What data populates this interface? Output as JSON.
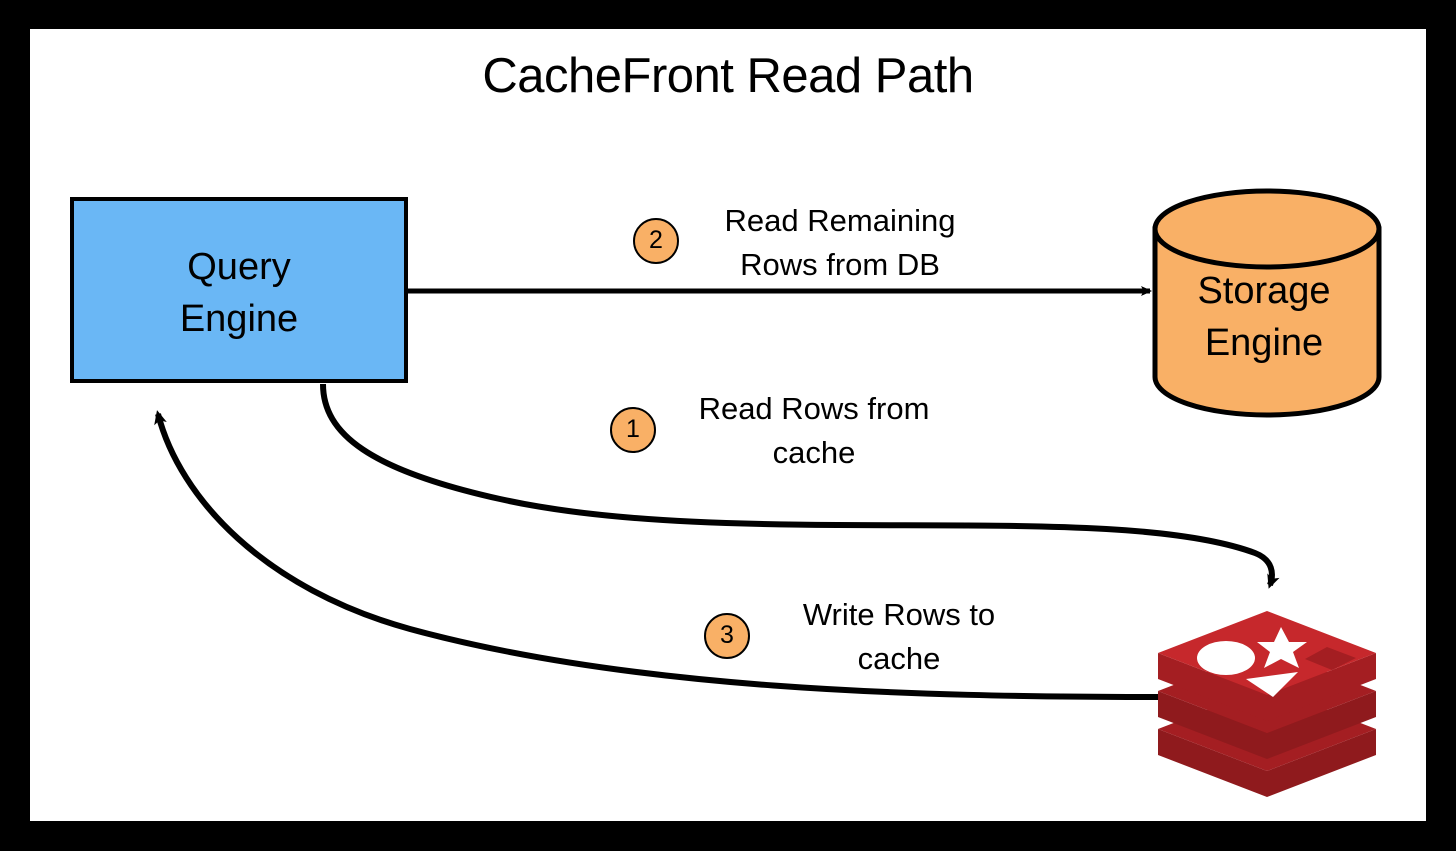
{
  "diagram": {
    "title": "CacheFront Read Path",
    "background_color": "#ffffff",
    "frame_color": "#000000",
    "type": "flow-diagram"
  },
  "nodes": [
    {
      "id": "query-engine",
      "label_line1": "Query",
      "label_line2": "Engine",
      "shape": "rectangle",
      "fill": "#6ab7f5",
      "stroke": "#000000"
    },
    {
      "id": "storage-engine",
      "label_line1": "Storage",
      "label_line2": "Engine",
      "shape": "cylinder",
      "fill": "#f9b066",
      "stroke": "#000000"
    },
    {
      "id": "redis-cache",
      "label": "redis-logo-icon",
      "shape": "redis-logo",
      "fill": "#c6282c",
      "fill_dark": "#a41e22",
      "fill_darker": "#8f1a1d"
    }
  ],
  "steps": [
    {
      "number": "1",
      "text_line1": "Read Rows from",
      "text_line2": "cache",
      "from": "query-engine",
      "to": "redis-cache",
      "badge_fill": "#f9b066"
    },
    {
      "number": "2",
      "text_line1": "Read Remaining",
      "text_line2": "Rows from DB",
      "from": "query-engine",
      "to": "storage-engine",
      "badge_fill": "#f9b066"
    },
    {
      "number": "3",
      "text_line1": "Write Rows to",
      "text_line2": "cache",
      "from": "redis-cache",
      "to": "query-engine",
      "badge_fill": "#f9b066"
    }
  ]
}
